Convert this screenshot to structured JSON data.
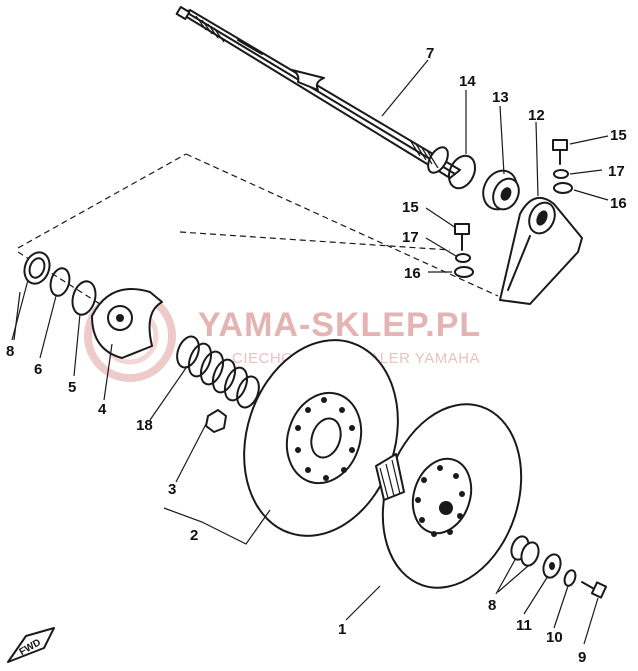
{
  "watermark": {
    "title": "YAMA-SKLEP.PL",
    "subtitle": "CIECHOWICZ | DEALER YAMAHA",
    "color": "#e4b3b3"
  },
  "fwd_label": "FWD",
  "callouts": {
    "c1": "1",
    "c2": "2",
    "c3": "3",
    "c4": "4",
    "c5": "5",
    "c6": "6",
    "c7": "7",
    "c8a": "8",
    "c8b": "8",
    "c9": "9",
    "c10": "10",
    "c11": "11",
    "c12": "12",
    "c13": "13",
    "c14": "14",
    "c15a": "15",
    "c15b": "15",
    "c16a": "16",
    "c16b": "16",
    "c17a": "17",
    "c17b": "17",
    "c18": "18"
  }
}
